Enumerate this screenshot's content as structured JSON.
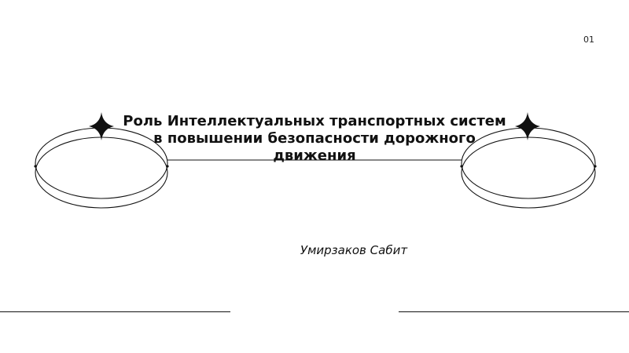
{
  "slide": {
    "page_number": "01",
    "title_lines": [
      "Роль Интеллектуальных транспортных систем",
      "в повышении безопасности дорожного",
      "движения"
    ],
    "author": "Умирзаков Сабит"
  },
  "colors": {
    "background": "#ffffff",
    "ink": "#111111"
  },
  "icons": [
    "four-point-star-icon",
    "four-point-star-icon"
  ]
}
